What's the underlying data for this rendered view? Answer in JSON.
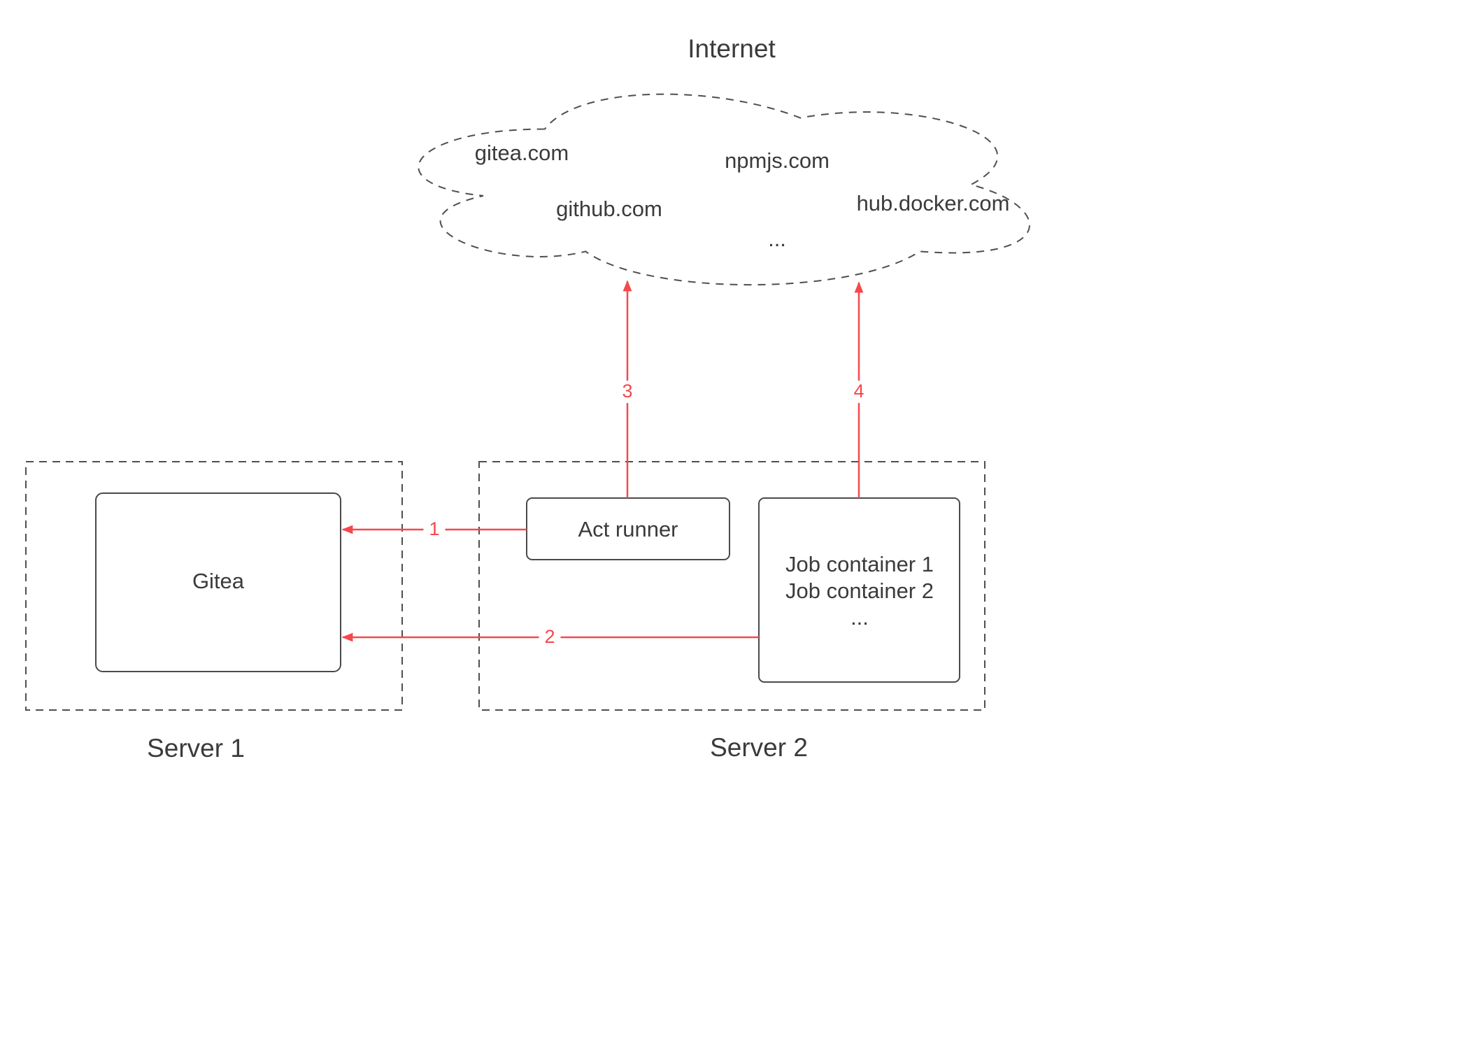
{
  "colors": {
    "arrow_red": "#f5484d",
    "text": "#3b3b3b",
    "line": "#4f4f4f"
  },
  "internet": {
    "title": "Internet",
    "sites": [
      "gitea.com",
      "npmjs.com",
      "github.com",
      "hub.docker.com",
      "..."
    ]
  },
  "server1": {
    "label": "Server 1",
    "gitea": "Gitea"
  },
  "server2": {
    "label": "Server 2",
    "act_runner": "Act runner",
    "job_container_lines": [
      "Job container 1",
      "Job container 2",
      "..."
    ]
  },
  "arrows": [
    {
      "label": "1",
      "from": "act-runner",
      "to": "gitea"
    },
    {
      "label": "2",
      "from": "job-containers",
      "to": "gitea"
    },
    {
      "label": "3",
      "from": "act-runner",
      "to": "internet"
    },
    {
      "label": "4",
      "from": "job-containers",
      "to": "internet"
    }
  ]
}
